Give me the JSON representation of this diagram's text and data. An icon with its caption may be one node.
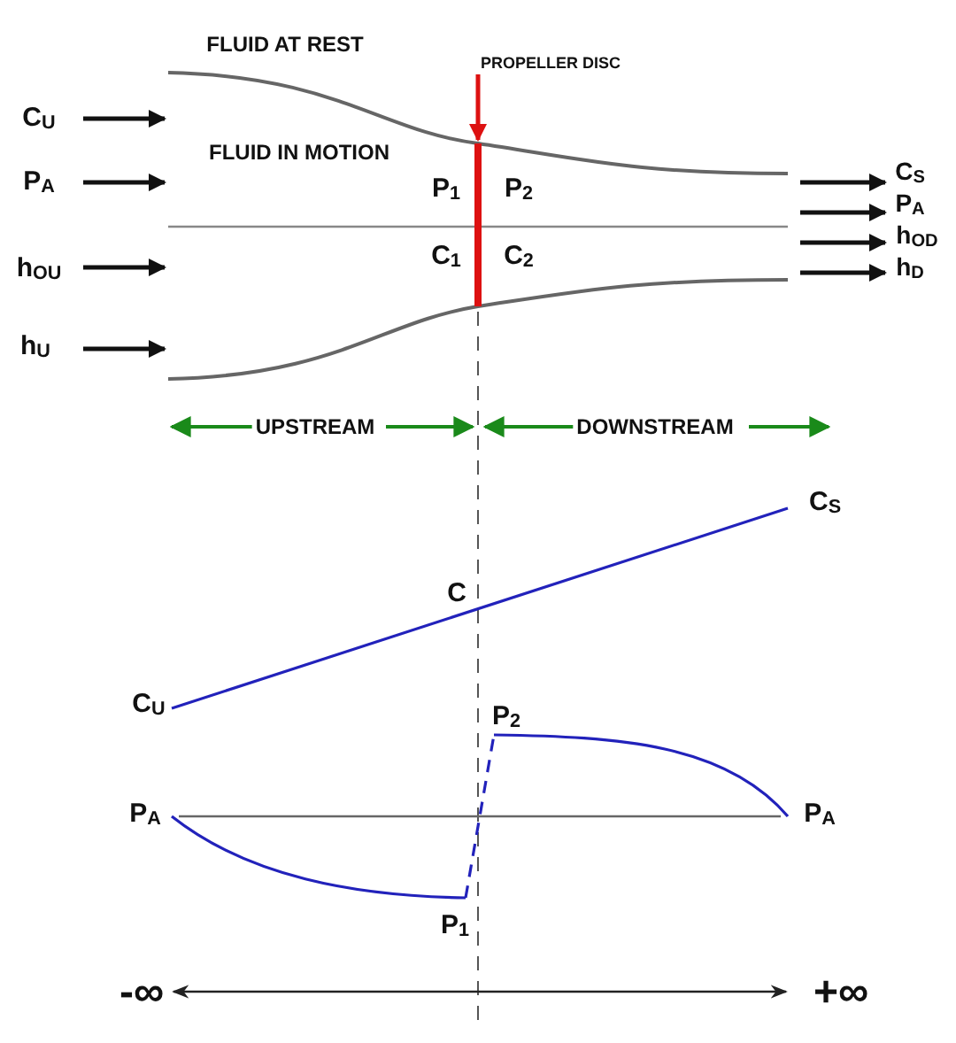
{
  "diagram": {
    "nodes": [
      {
        "text": [
          "PROPELLER DISC"
        ]
      },
      {
        "text": [],
        "shape": "bar"
      },
      {
        "text": [
          "C$_{U}$"
        ]
      },
      {
        "text": [
          "P$_{A}$"
        ]
      },
      {
        "text": [
          "h$_{OU}$"
        ]
      },
      {
        "text": [
          "h$_{U}$"
        ]
      },
      {
        "text": [
          "C$_{S}$"
        ]
      },
      {
        "text": [
          "P$_{A}$"
        ]
      },
      {
        "text": [
          "h$_{OD}$"
        ]
      },
      {
        "text": [
          "h$_{D}$"
        ]
      }
    ],
    "edges": [
      {
        "from": 0,
        "to": 1,
        "arrow": "to",
        "color": "#dd1111"
      },
      {
        "from": 2,
        "to": null,
        "arrow": "to"
      },
      {
        "from": 3,
        "to": null,
        "arrow": "to"
      },
      {
        "from": 4,
        "to": null,
        "arrow": "to"
      },
      {
        "from": 5,
        "to": null,
        "arrow": "to"
      },
      {
        "from": null,
        "to": 6,
        "arrow": "to"
      },
      {
        "from": null,
        "to": 7,
        "arrow": "to"
      },
      {
        "from": null,
        "to": 8,
        "arrow": "to"
      },
      {
        "from": null,
        "to": 9,
        "arrow": "to"
      }
    ],
    "labels": [
      "FLUID AT REST",
      "FLUID IN MOTION",
      "P$_{1}$",
      "P$_{2}$",
      "C$_{1}$",
      "C$_{2}$",
      "UPSTREAM",
      "DOWNSTREAM",
      "C$_{S}$",
      "C",
      "C$_{U}$",
      "P$_{2}$",
      "P$_{A}$",
      "P$_{A}$",
      "P$_{1}$",
      "-∞",
      "+∞"
    ]
  }
}
